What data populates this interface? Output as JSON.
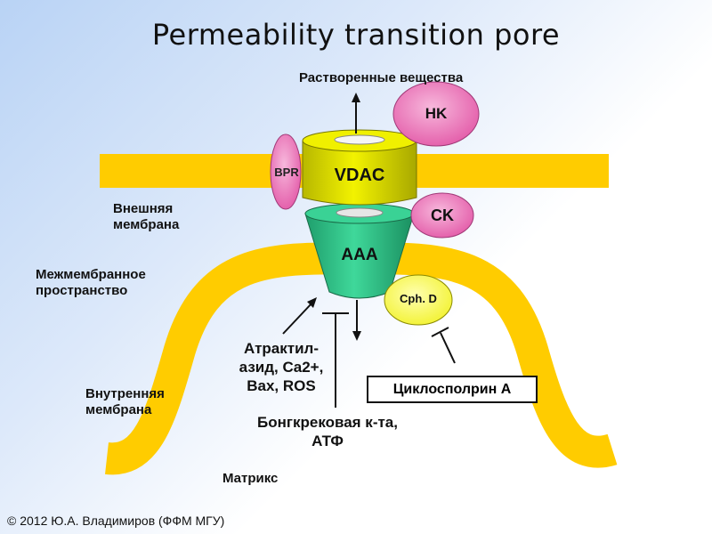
{
  "title": "Permeability transition pore",
  "labels": {
    "solutes": "Растворенные вещества",
    "outer_membrane": "Внешняя мембрана",
    "intermembrane_space": "Межмембранное пространство",
    "inner_membrane": "Внутренняя мембрана",
    "matrix": "Матрикс",
    "activators": "Атрактил-азид, Ca2+, Bax, ROS",
    "inhibitors": "Бонгкрековая к-та, АТФ",
    "cyclosporin": "Циклосполрин А"
  },
  "proteins": {
    "vdac": "VDAC",
    "aaa": "AAA",
    "bpr": "BPR",
    "hk": "HK",
    "ck": "CK",
    "cph": "Cph. D"
  },
  "copyright": "© 2012 Ю.А. Владимиров (ФФМ МГУ)",
  "colors": {
    "membrane": "#ffcc00",
    "vdac": "#e6e600",
    "aaa": "#2ec48a",
    "pink_protein": "#ea68b4",
    "cph": "#ffff66"
  }
}
